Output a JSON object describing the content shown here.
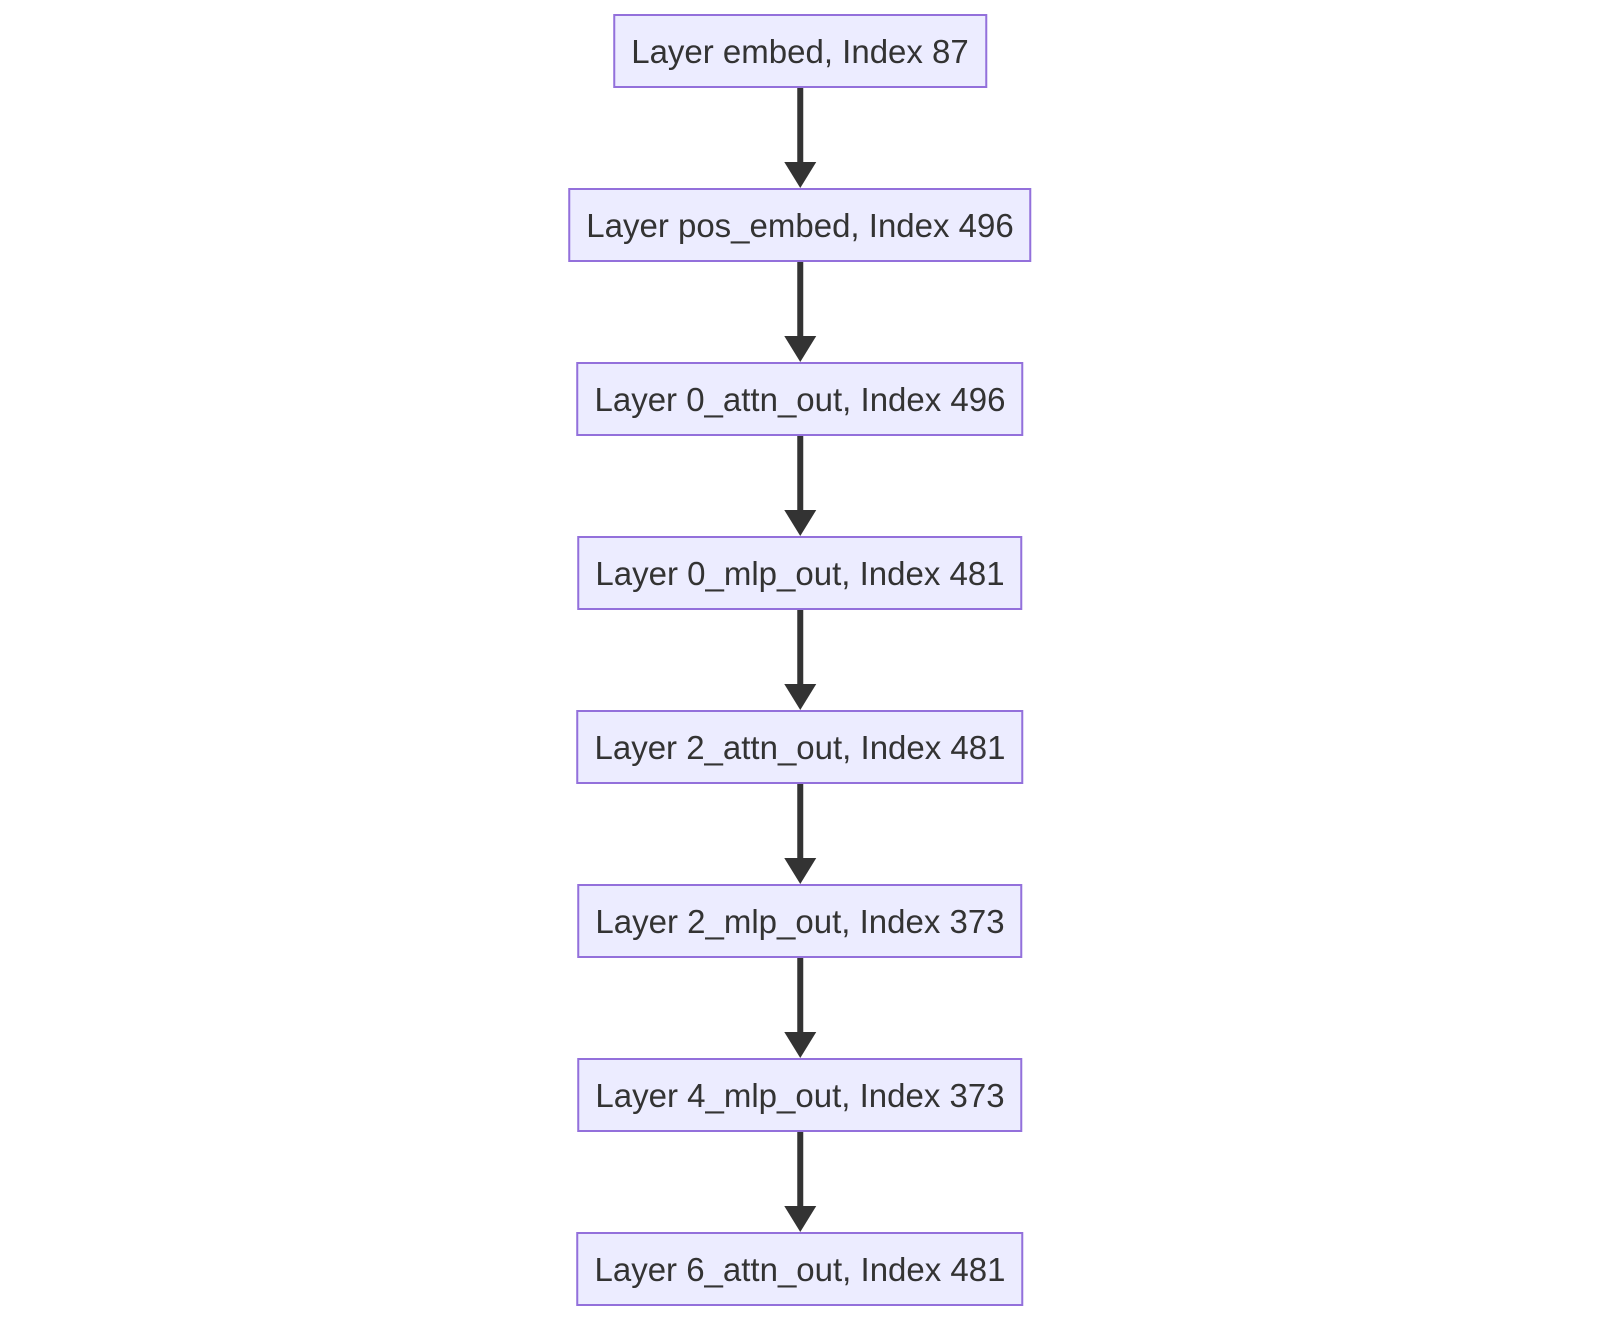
{
  "diagram": {
    "type": "flowchart-top-down",
    "background_color": "#ffffff",
    "node_fill_color": "#ECECFF",
    "node_border_color": "#9370DB",
    "text_color": "#333333",
    "arrow_color": "#333333",
    "nodes": [
      {
        "label": "Layer embed, Index 87"
      },
      {
        "label": "Layer pos_embed, Index 496"
      },
      {
        "label": "Layer 0_attn_out, Index 496"
      },
      {
        "label": "Layer 0_mlp_out, Index 481"
      },
      {
        "label": "Layer 2_attn_out, Index 481"
      },
      {
        "label": "Layer 2_mlp_out, Index 373"
      },
      {
        "label": "Layer 4_mlp_out, Index 373"
      },
      {
        "label": "Layer 6_attn_out, Index 481"
      }
    ],
    "edges": [
      {
        "from": 0,
        "to": 1
      },
      {
        "from": 1,
        "to": 2
      },
      {
        "from": 2,
        "to": 3
      },
      {
        "from": 3,
        "to": 4
      },
      {
        "from": 4,
        "to": 5
      },
      {
        "from": 5,
        "to": 6
      },
      {
        "from": 6,
        "to": 7
      }
    ]
  }
}
